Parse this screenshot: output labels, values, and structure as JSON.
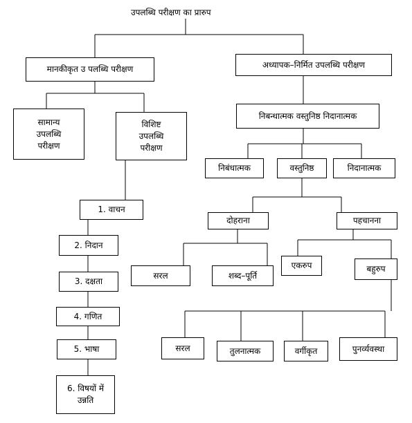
{
  "title": "उपलब्धि परीक्षण का प्रारुप",
  "left_branch": {
    "label": "मानकीकृत उ पलब्धि परीक्षण",
    "general": {
      "lines": [
        "सामान्य",
        "उपलब्धि",
        "परीक्षण"
      ]
    },
    "specific": {
      "lines": [
        "विशिष्ट",
        "उपलब्धि",
        "परीक्षण"
      ],
      "items": [
        "1. वाचन",
        "2. निदान",
        "3. दक्षता",
        "4. गणित",
        "5. भाषा"
      ],
      "item6_lines": [
        "6. विषयों में",
        "उन्नति"
      ]
    }
  },
  "right_branch": {
    "label": "अध्यापक–निर्मित उपलब्धि परीक्षण",
    "sub_label": "निबन्धात्मक वस्तुनिष्ठ निदानात्मक",
    "types": [
      "निबंधात्मक",
      "वस्तुनिष्ठ",
      "निदानात्मक"
    ],
    "objective": {
      "recall": {
        "label": "दोहराना",
        "children": [
          "सरल",
          "शब्द–पूर्ति"
        ]
      },
      "recognition": {
        "label": "पहचानना",
        "children": [
          "एकरुप",
          "बहुरुप"
        ],
        "multiple": [
          "सरल",
          "तुलनात्मक",
          "वर्गीकृत",
          "पुनर्व्यवस्था"
        ]
      }
    }
  }
}
